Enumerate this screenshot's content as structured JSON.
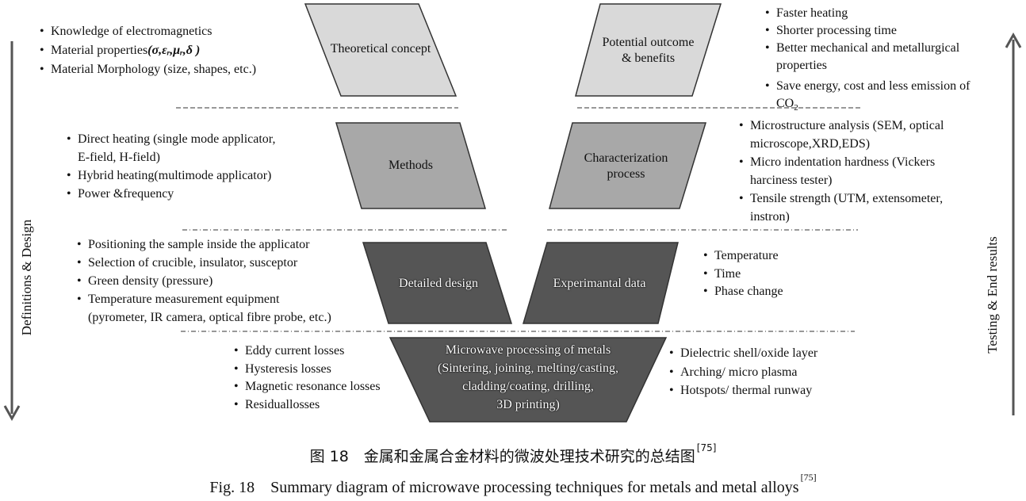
{
  "side_labels": {
    "left": "Definitions & Design",
    "right": "Testing & End results"
  },
  "boxes": {
    "theoretical": "Theoretical concept",
    "outcome": [
      "Potential outcome",
      "& benefits"
    ],
    "methods": "Methods",
    "characterization": [
      "Characterization",
      "process"
    ],
    "detailed_design": "Detailed design",
    "experimental": "Experimantal data",
    "processing": [
      "Microwave processing of metals",
      "(Sintering, joining, melting/casting,",
      "cladding/coating, drilling,",
      "3D printing)"
    ]
  },
  "bullets": {
    "theoretical": {
      "item1": "Knowledge of electromagnetics",
      "item2_prefix": "Material properties",
      "item2_math": "(σ,εᵣ,μᵣ,δ )",
      "item3": "Material Morphology (size, shapes, etc.)"
    },
    "outcome": {
      "item1": "Faster heating",
      "item2": "Shorter processing time",
      "item3a": "Better mechanical and metallurgical",
      "item3b": "properties",
      "item4a": "Save energy, cost and less emission of",
      "item4b": "CO",
      "item4_sub": "2"
    },
    "methods": {
      "item1a": "Direct heating (single mode applicator,",
      "item1b": "E-field, H-field)",
      "item2": "Hybrid heating(multimode applicator)",
      "item3": "Power &frequency"
    },
    "characterization": {
      "item1a": "Microstructure analysis (SEM, optical",
      "item1b": "microscope,XRD,EDS)",
      "item2a": "Micro indentation hardness (Vickers",
      "item2b": "harciness tester)",
      "item3a": "Tensile strength (UTM, extensometer,",
      "item3b": "instron)"
    },
    "design": {
      "item1": "Positioning the sample inside the applicator",
      "item2": "Selection of crucible, insulator, susceptor",
      "item3": "Green density (pressure)",
      "item4a": "Temperature measurement equipment",
      "item4b": "(pyrometer, IR camera, optical fibre probe, etc.)"
    },
    "experimental": {
      "item1": "Temperature",
      "item2": "Time",
      "item3": "Phase change"
    },
    "losses": {
      "item1": "Eddy current losses",
      "item2": "Hysteresis losses",
      "item3": "Magnetic resonance losses",
      "item4": "Residuallosses"
    },
    "challenges": {
      "item1": "Dielectric shell/oxide layer",
      "item2": "Arching/ micro plasma",
      "item3": "Hotspots/ thermal runway"
    }
  },
  "caption": {
    "zh": "图 18　金属和金属合金材料的微波处理技术研究的总结图",
    "en": "Fig. 18　Summary diagram of microwave processing techniques for metals and metal alloys",
    "ref": "[75]"
  },
  "colors": {
    "level1": "#d9d9d9",
    "level2": "#a8a8a8",
    "level3": "#555555",
    "level4": "#555555",
    "stroke": "#333333"
  }
}
